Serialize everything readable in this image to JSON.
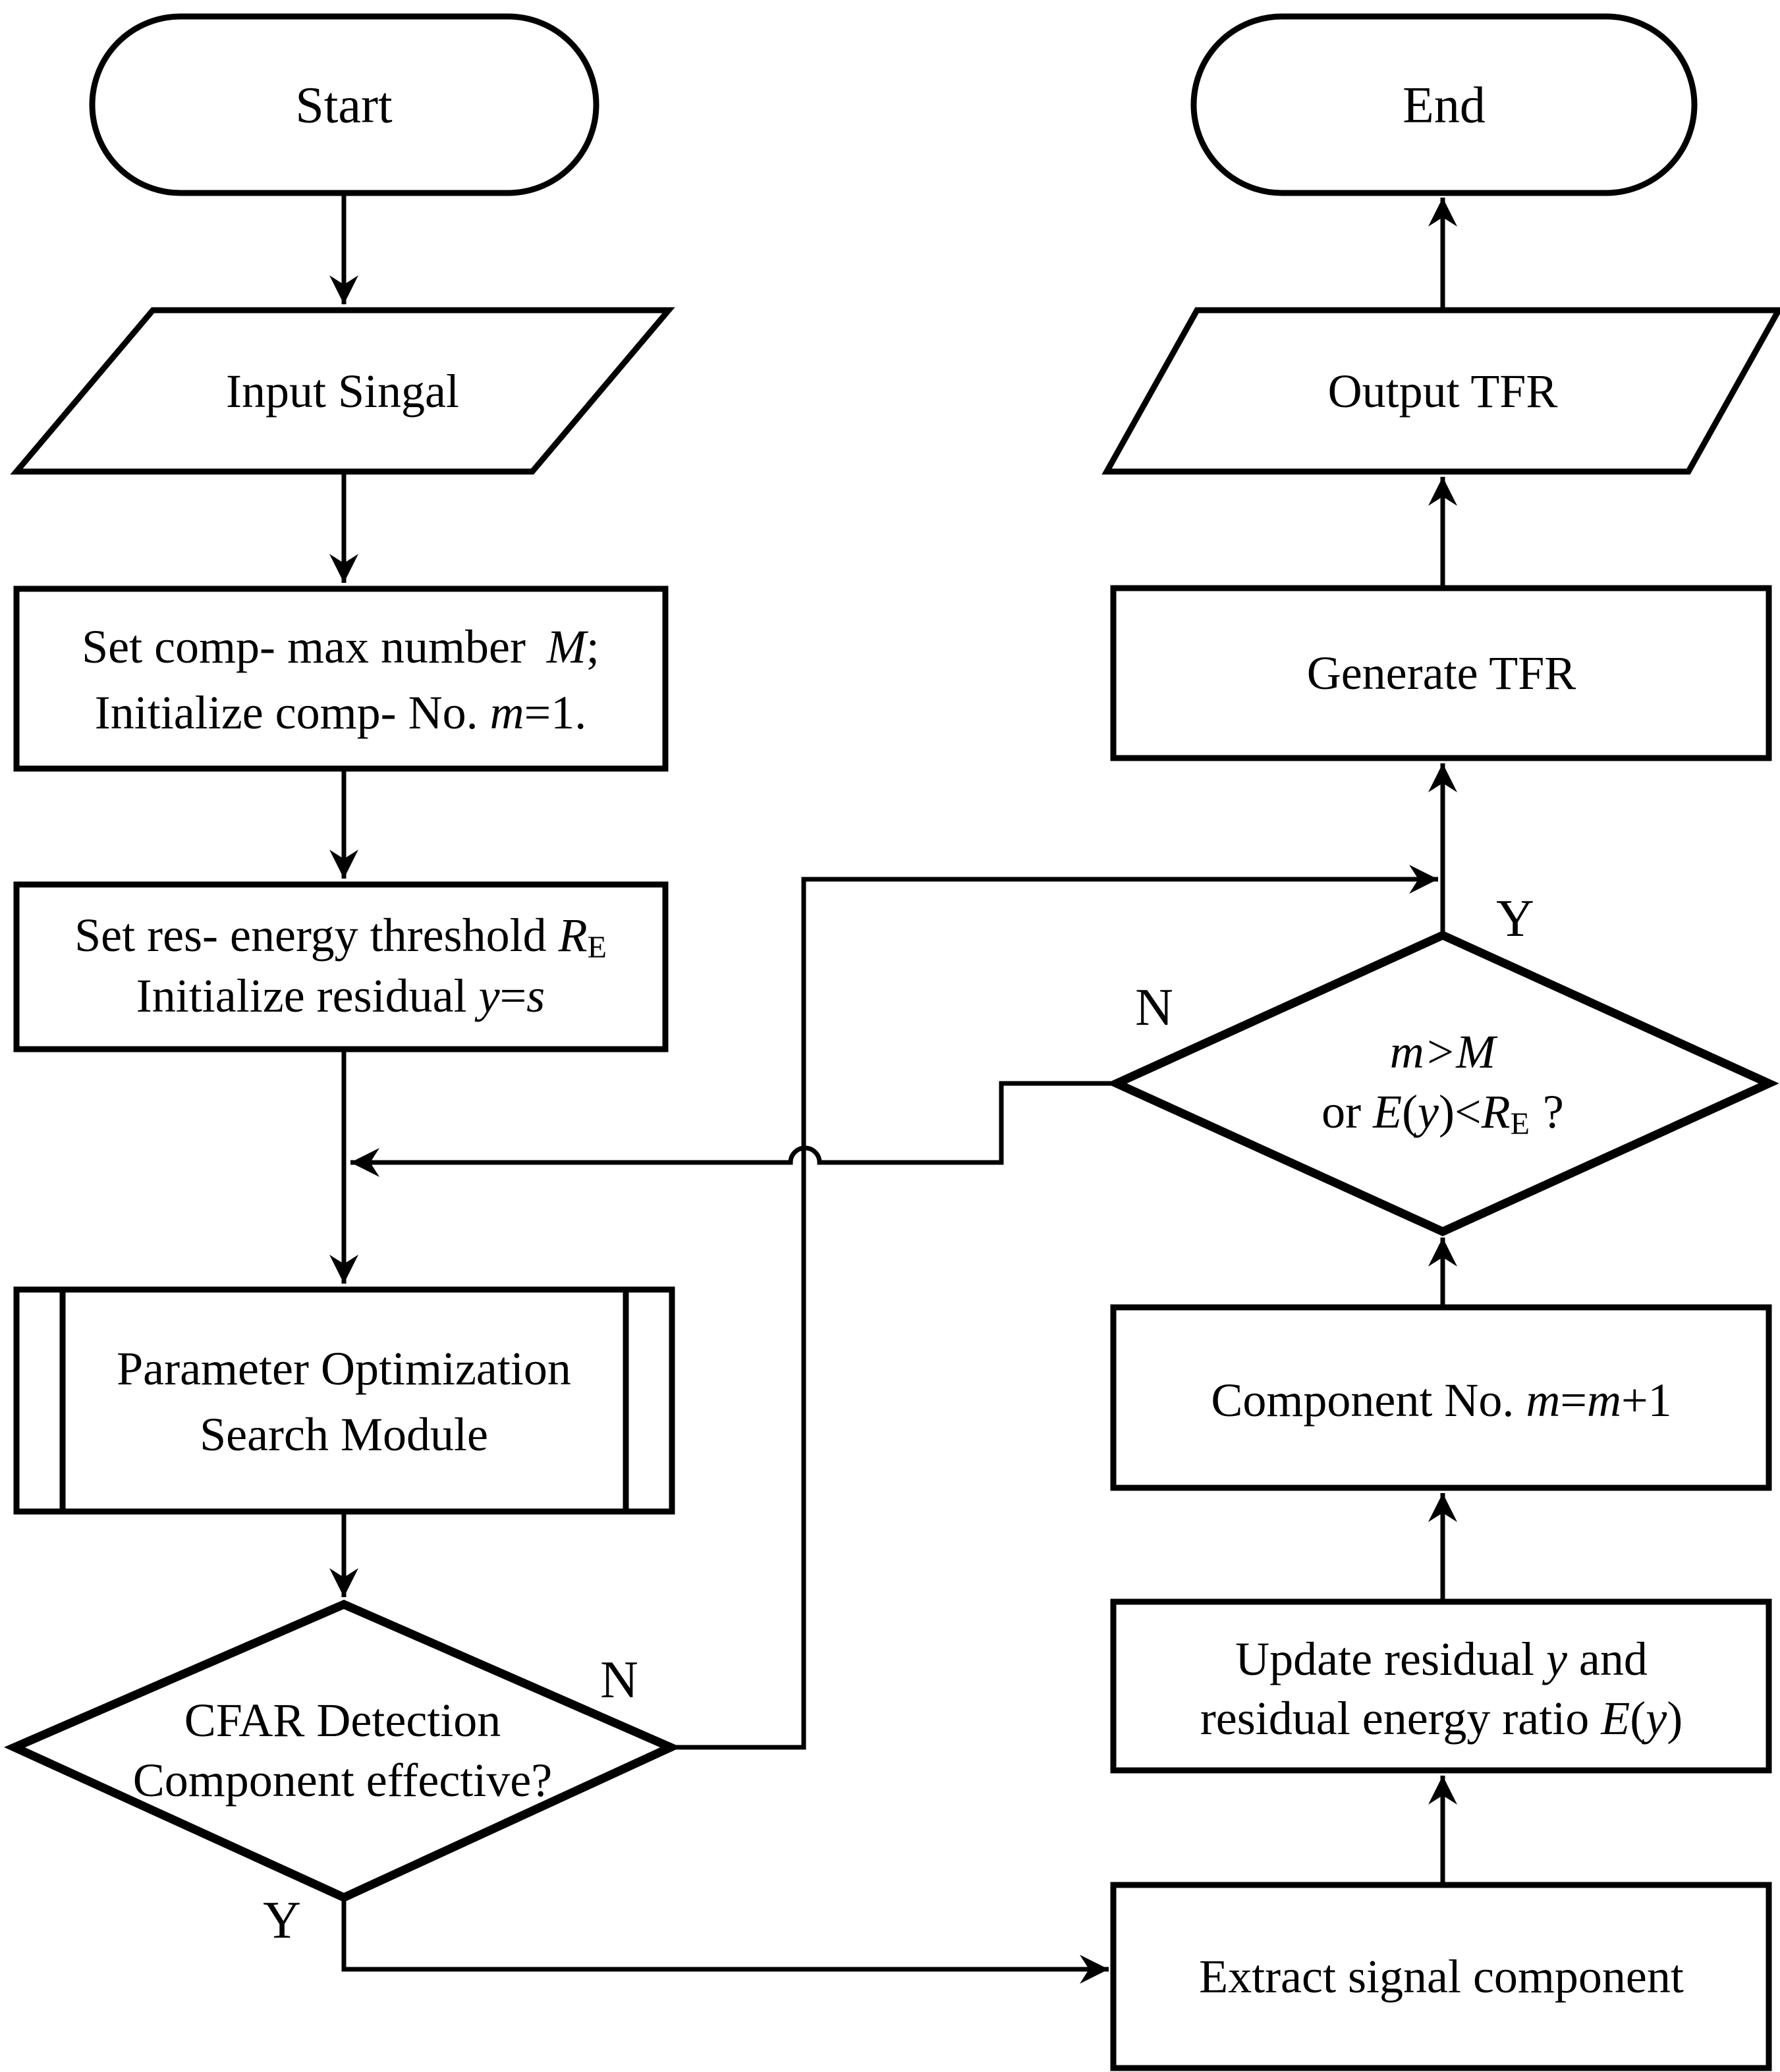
{
  "figure": {
    "background_color": "#ffffff",
    "line_color": "#000000"
  },
  "nodes": {
    "start": {
      "type": "terminator",
      "label": "Start"
    },
    "input_signal": {
      "type": "input-output",
      "label": "Input Singal"
    },
    "set_comp": {
      "type": "process",
      "l1a": "Set comp- max number ",
      "l1b": "M",
      "l1c": ";",
      "l2a": "Initialize comp- No. ",
      "l2b": "m",
      "l2c": "=1."
    },
    "set_res": {
      "type": "process",
      "l1a": "Set res- energy threshold ",
      "l1b": "R",
      "l1sub": "E",
      "l2a": "Initialize residual ",
      "l2b": "y",
      "l2c": "=",
      "l2d": "s"
    },
    "param_module": {
      "type": "predefined-process",
      "l1": "Parameter Optimization",
      "l2": "Search Module"
    },
    "cfar": {
      "type": "decision",
      "l1": "CFAR Detection",
      "l2": "Component effective?"
    },
    "extract": {
      "type": "process",
      "label": "Extract signal component"
    },
    "update": {
      "type": "process",
      "l1a": "Update residual ",
      "l1b": "y",
      "l1c": " and",
      "l2a": "residual energy ratio ",
      "l2b": "E",
      "l2c": "(",
      "l2d": "y",
      "l2e": ")"
    },
    "component": {
      "type": "process",
      "l1a": "Component No. ",
      "l1b": "m",
      "l1c": "=",
      "l1d": "m",
      "l1e": "+1"
    },
    "loop_check": {
      "type": "decision",
      "l1": "m>M",
      "l2a": "or ",
      "l2b": "E",
      "l2c": "(",
      "l2d": "y",
      "l2e": ")<",
      "l2f": "R",
      "l2sub": "E",
      "l2g": "?"
    },
    "generate": {
      "type": "process",
      "label": "Generate TFR"
    },
    "output": {
      "type": "input-output",
      "label": "Output TFR"
    },
    "end": {
      "type": "terminator",
      "label": "End"
    }
  },
  "edge_labels": {
    "cfar_no": "N",
    "cfar_yes": "Y",
    "loop_no": "N",
    "loop_yes": "Y"
  }
}
